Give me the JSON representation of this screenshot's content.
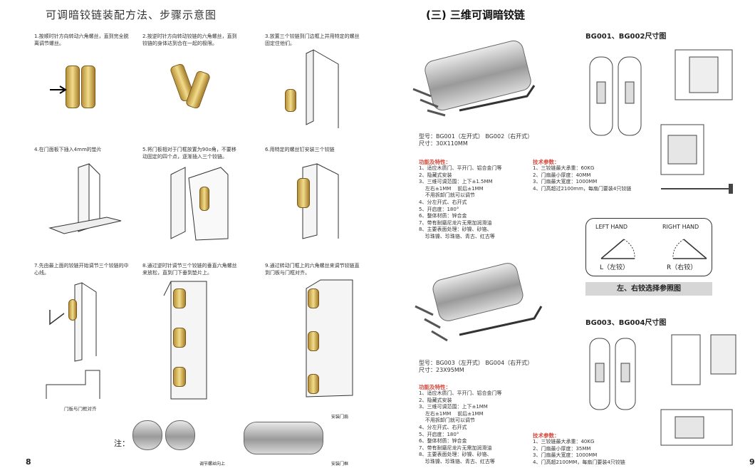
{
  "left_page": {
    "title": "可调暗铰链装配方法、步骤示意图",
    "steps": [
      "1.按顺时针方向转动六角螺丝，直到完全脱离调节螺丝。",
      "2.按逆时针方向转动铰链的六角螺丝，直到铰链的身体达到合在一起的极限。",
      "3.放置三个铰链到门边框上并用特定的螺丝固定住他们。",
      "4.在门面板下插入4mm的垫片",
      "5.将门板相对于门框放置为90o角，不要移动固定的四个点，逐渐插入三个铰链。",
      "6.用特定的螺丝钉安装三个铰链",
      "7.先由最上面的铰链开始调节三个铰链的中心线。",
      "8.通过逆时针调节三个铰链的垂直六角螺丝来放松，直到门下垂到垫片上。",
      "9.通过转动门框上的六角螺丝来调节铰链直到门板与门框对齐。"
    ],
    "caption_align": "门板与门框对齐",
    "note_label": "注：",
    "note_adjust": "调节螺丝向上",
    "label_door_leaf": "安装门扇",
    "label_door_frame": "安装门框",
    "page_number": "8"
  },
  "right_page": {
    "title": "(三) 三维可调暗铰链",
    "product1": {
      "model": "型号：BG001（左开式） BG002（右开式）",
      "size": "尺寸：30X110MM",
      "features_title": "功能及特性：",
      "features": [
        "1、适应木质门、平开门、铝合金门等",
        "2、隐藏式安装",
        "3、三维可调范围：上下±1.5MM",
        "    左右±1MM    前后±1MM",
        "    不用拆卸门就可以调节",
        "4、分左开式、右开式",
        "5、开启度：180°",
        "6、整体材质：锌合金",
        "7、带有耐磨尼龙片无需加润滑油",
        "8、主要表面处理：砂镍、砂铬、",
        "    珍珠镍、珍珠铬、青古、红古等"
      ],
      "tech_title": "技术参数：",
      "tech": [
        "1、三铰链最大承重：60KG",
        "2、门扇最小厚度：40MM",
        "3、门扇最大宽度：1000MM",
        "4、门高超过2100mm，每扇门要装4只铰链"
      ]
    },
    "product2": {
      "model": "型号：BG003（左开式） BG004（右开式）",
      "size": "尺寸：23X95MM",
      "features_title": "功能及特性：",
      "features": [
        "1、适应木质门、平开门、铝合金门等",
        "2、隐藏式安装",
        "3、三维可调范围：上下±1MM",
        "    左右±1MM    前后±1MM",
        "    不用拆卸门就可以调节",
        "4、分左开式、右开式",
        "5、开启度：180°",
        "6、整体材质：锌合金",
        "7、带有耐磨尼龙片无需加润滑油",
        "8、主要表面处理：砂镍、砂铬、",
        "    珍珠镍、珍珠铬、青古、红古等"
      ],
      "tech_title": "技术参数：",
      "tech": [
        "1、三铰链最大承重：40KG",
        "2、门扇最小厚度：35MM",
        "3、门扇最大宽度：1000MM",
        "4、门高超2100MM，每扇门要装4只铰链"
      ]
    },
    "dim1_title": "BG001、BG002尺寸图",
    "dim2_title": "BG003、BG004尺寸图",
    "hand": {
      "left": "LEFT HAND",
      "right": "RIGHT HAND",
      "left_sub": "L（左铰）",
      "right_sub": "R（右铰）",
      "caption": "左、右铰选择参照图"
    },
    "page_number": "9"
  }
}
